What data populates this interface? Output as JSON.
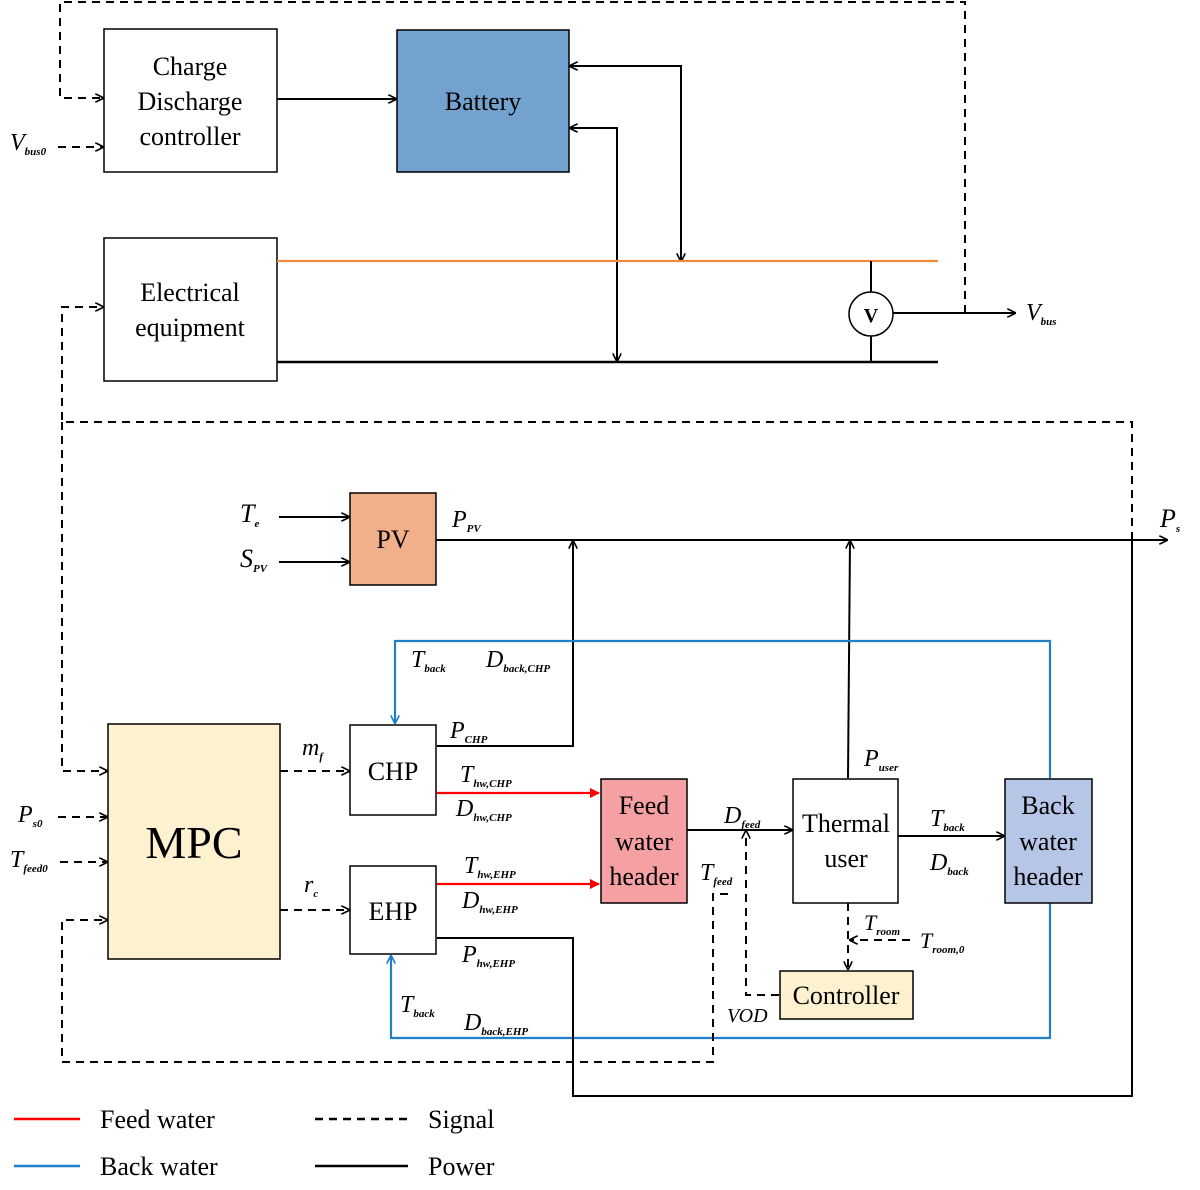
{
  "colors": {
    "feed_water": "#ff0000",
    "back_water": "#1f7fc8",
    "dc_bus": "#ed8a3c",
    "signal": "#000000",
    "power": "#000000",
    "battery_fill": "#73a2cf",
    "pv_fill": "#f2b08a",
    "mpc_fill": "#fdf1cf",
    "feed_header_fill": "#f5a0a2",
    "back_header_fill": "#b6c6e6",
    "controller_fill": "#fdf1cf"
  },
  "blocks": {
    "charge_line1": "Charge",
    "charge_line2": "Discharge",
    "charge_line3": "controller",
    "battery": "Battery",
    "elec_line1": "Electrical",
    "elec_line2": "equipment",
    "voltmeter": "V",
    "pv": "PV",
    "mpc": "MPC",
    "chp": "CHP",
    "ehp": "EHP",
    "feed_line1": "Feed",
    "feed_line2": "water",
    "feed_line3": "header",
    "thermal_line1": "Thermal",
    "thermal_line2": "user",
    "back_line1": "Back",
    "back_line2": "water",
    "back_line3": "header",
    "controller": "Controller"
  },
  "labels": {
    "vbus0": {
      "main": "V",
      "sub": "bus0"
    },
    "vbus": {
      "main": "V",
      "sub": "bus"
    },
    "te": {
      "main": "T",
      "sub": "e"
    },
    "spv": {
      "main": "S",
      "sub": "PV"
    },
    "ppv": {
      "main": "P",
      "sub": "PV"
    },
    "ps": {
      "main": "P",
      "sub": "s"
    },
    "tback_top": {
      "main": "T",
      "sub": "back"
    },
    "dback_chp": {
      "main": "D",
      "sub": "back,CHP"
    },
    "pchp": {
      "main": "P",
      "sub": "CHP"
    },
    "mf": {
      "main": "m",
      "sub": "f"
    },
    "rc": {
      "main": "r",
      "sub": "c"
    },
    "ps0": {
      "main": "P",
      "sub": "s0"
    },
    "tfeed0": {
      "main": "T",
      "sub": "feed0"
    },
    "thw_chp": {
      "main": "T",
      "sub": "hw,CHP"
    },
    "dhw_chp": {
      "main": "D",
      "sub": "hw,CHP"
    },
    "thw_ehp": {
      "main": "T",
      "sub": "hw,EHP"
    },
    "dhw_ehp": {
      "main": "D",
      "sub": "hw,EHP"
    },
    "phw_ehp": {
      "main": "P",
      "sub": "hw,EHP"
    },
    "tback_bottom": {
      "main": "T",
      "sub": "back"
    },
    "dback_ehp": {
      "main": "D",
      "sub": "back,EHP"
    },
    "dfeed": {
      "main": "D",
      "sub": "feed"
    },
    "tfeed": {
      "main": "T",
      "sub": "feed"
    },
    "puser": {
      "main": "P",
      "sub": "user"
    },
    "tback_right": {
      "main": "T",
      "sub": "back"
    },
    "dback": {
      "main": "D",
      "sub": "back"
    },
    "troom": {
      "main": "T",
      "sub": "room"
    },
    "troom0": {
      "main": "T",
      "sub": "room,0"
    },
    "vod": "VOD"
  },
  "legend": {
    "feed_water": "Feed water",
    "back_water": "Back water",
    "signal": "Signal",
    "power": "Power"
  }
}
